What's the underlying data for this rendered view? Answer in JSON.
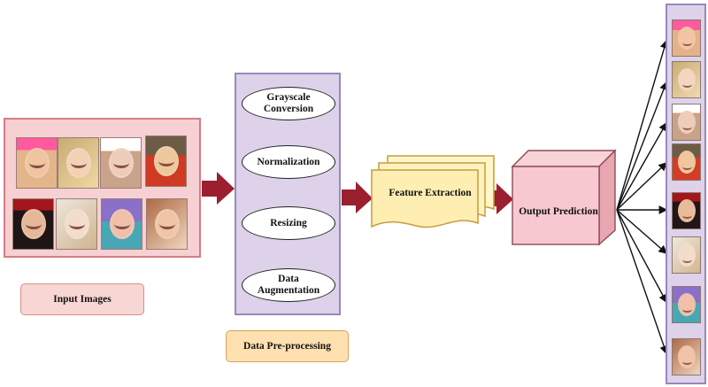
{
  "diagram": {
    "input_label": "Input Images",
    "preprocessing": {
      "steps": [
        "Grayscale Conversion",
        "Normalization",
        "Resizing",
        "Data Augmentation"
      ],
      "label": "Data Pre-processing"
    },
    "feature_extraction": "Feature Extraction",
    "output_prediction": "Output Prediction"
  },
  "colors": {
    "input_panel": "#f6d0d2",
    "preprocess_panel": "#ddd2ea",
    "feature_doc": "#fff2bf",
    "output_box": "#f7c8cf",
    "arrow": "#9b1f2e"
  }
}
